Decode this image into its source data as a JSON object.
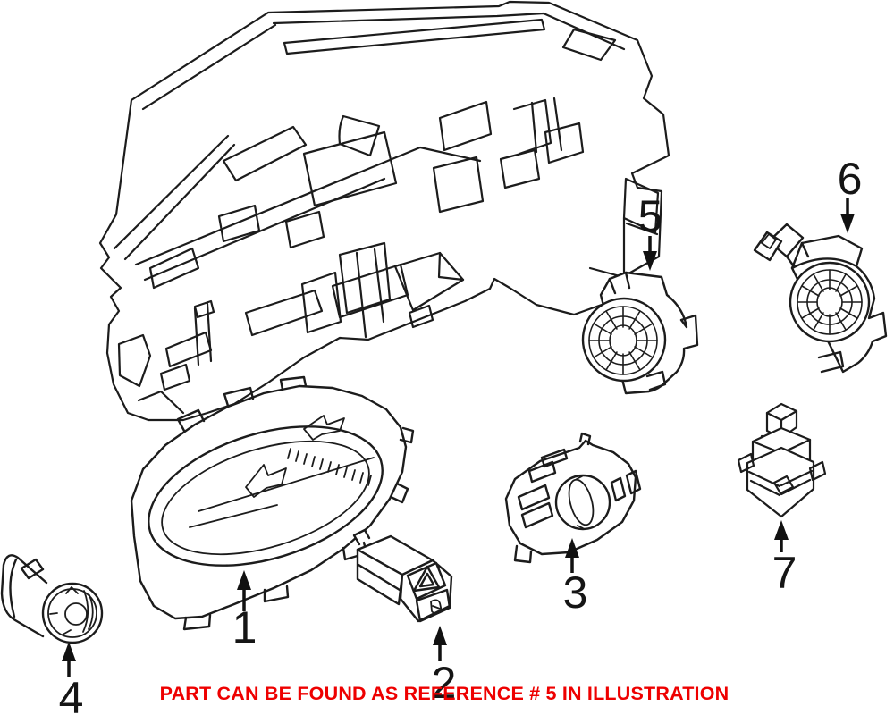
{
  "figure": {
    "kind": "exploded-parts-line-illustration",
    "subject": "vehicle dashboard / instrument panel switches and sensors",
    "background": "#ffffff",
    "line_color": "#1c1c1c"
  },
  "callouts": [
    {
      "ref": "1",
      "part": "instrument-cluster"
    },
    {
      "ref": "2",
      "part": "hazard-flasher-switch"
    },
    {
      "ref": "3",
      "part": "headlight-switch"
    },
    {
      "ref": "4",
      "part": "start-stop-button"
    },
    {
      "ref": "5",
      "part": "alarm-siren"
    },
    {
      "ref": "6",
      "part": "alarm-siren-with-bracket"
    },
    {
      "ref": "7",
      "part": "relay-module"
    }
  ],
  "note": {
    "text": "PART CAN BE FOUND AS REFERENCE # 5 IN ILLUSTRATION",
    "color": "#ee0000"
  }
}
